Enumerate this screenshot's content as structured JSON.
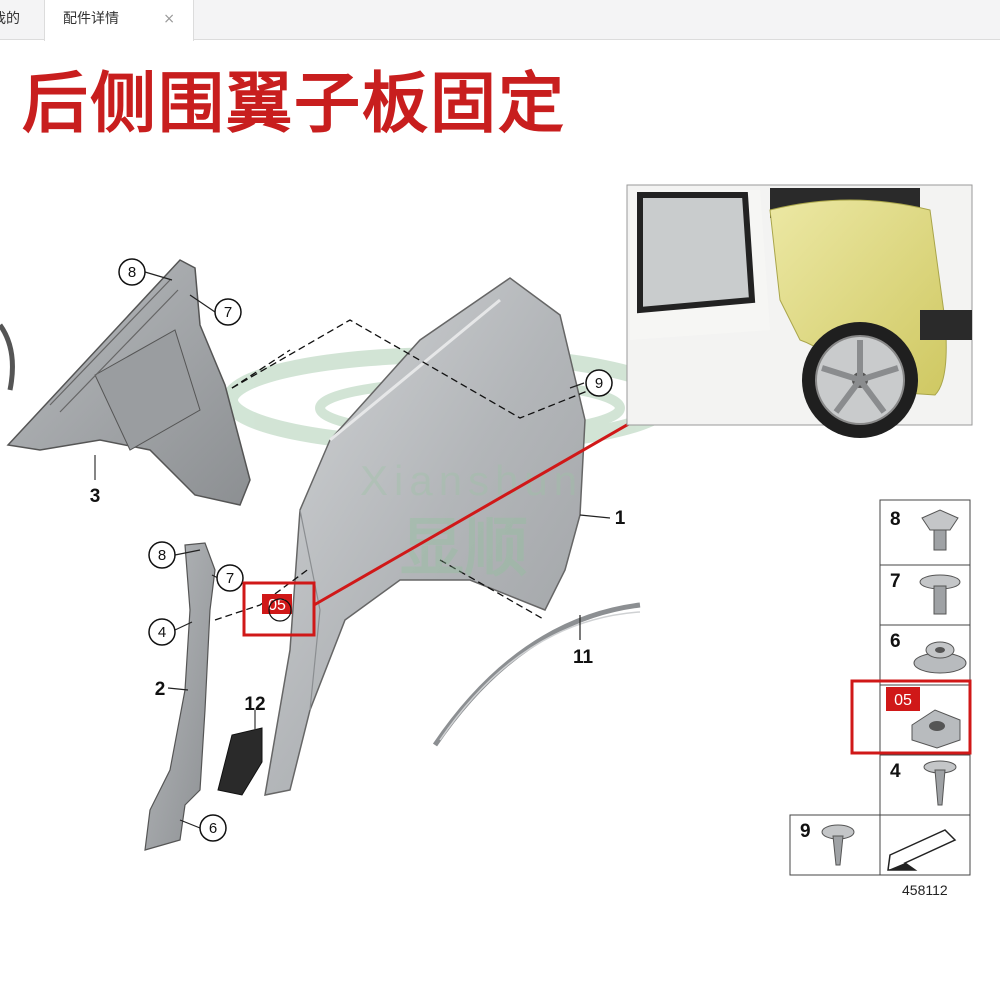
{
  "tabs": [
    {
      "label": "我的",
      "active": false
    },
    {
      "label": "配件详情",
      "active": true
    }
  ],
  "tab_close_glyph": "×",
  "title": "后侧围翼子板固定",
  "watermark": {
    "latin": "Xianshun",
    "chinese": "显顺"
  },
  "diagram": {
    "callouts": [
      "8",
      "7",
      "9",
      "8",
      "7",
      "4",
      "6"
    ],
    "part_numbers": [
      "3",
      "1",
      "2",
      "11",
      "12"
    ],
    "highlight_tag": "05",
    "legend_items": [
      "8",
      "7",
      "6",
      "05",
      "4",
      "9"
    ],
    "catalog_number": "458112"
  },
  "colors": {
    "title_red": "#c81e1e",
    "highlight_red": "#d01818",
    "fender_gray": "#b9bcbf",
    "car_yellow": "#e4df8a"
  }
}
